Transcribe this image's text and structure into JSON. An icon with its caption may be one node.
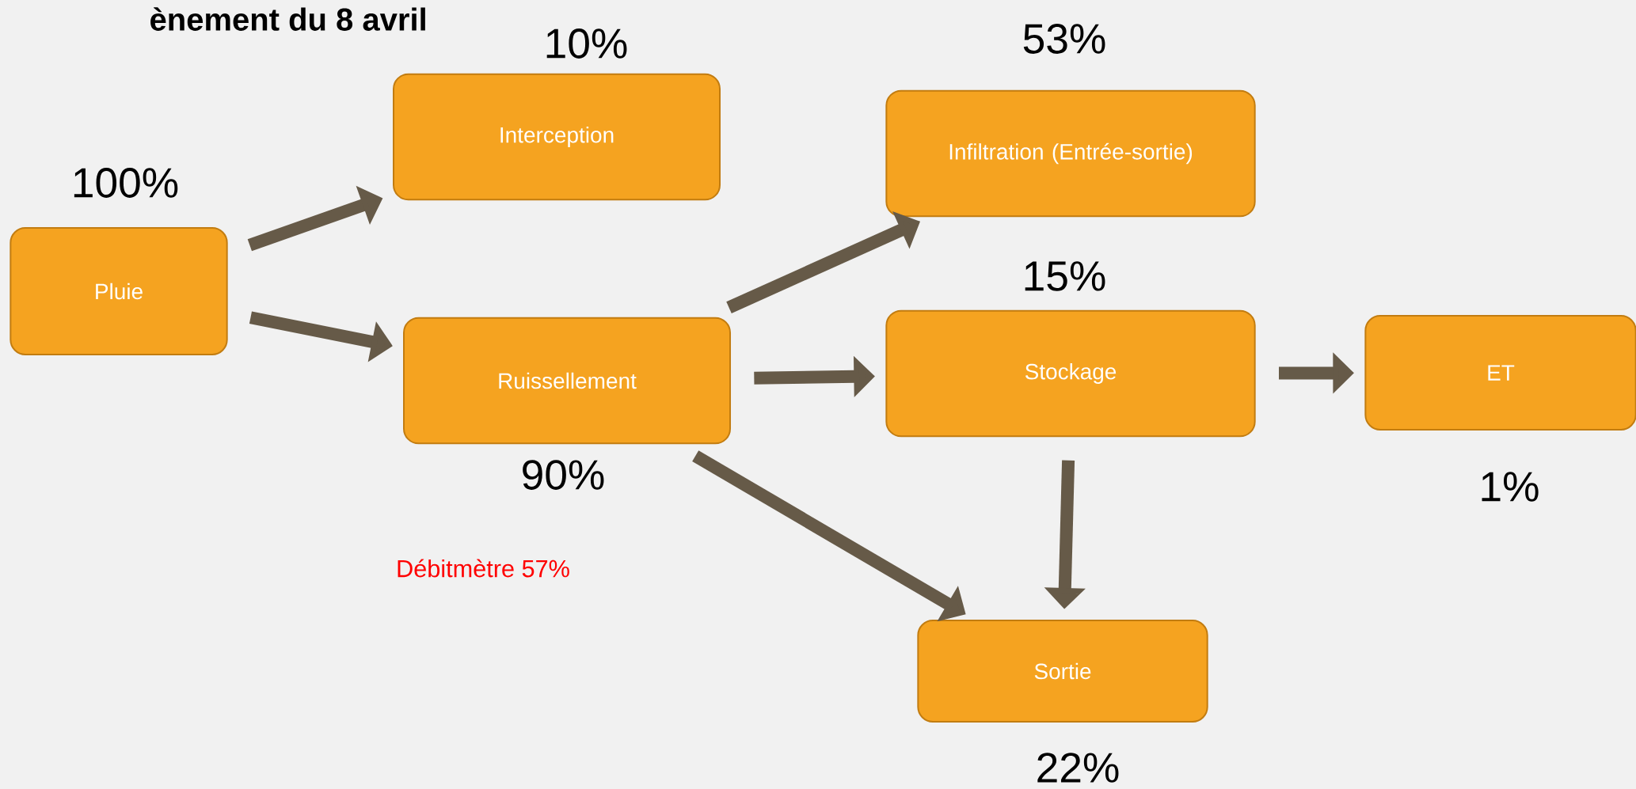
{
  "diagram": {
    "title": "ènement du 8 avril",
    "nodes": [
      {
        "text": [
          "Pluie"
        ],
        "beside": [
          "100%"
        ]
      },
      {
        "text": [
          "Interception"
        ],
        "beside": [
          "10%"
        ]
      },
      {
        "text": [
          "Infiltration (Entrée-sortie)"
        ],
        "beside": [
          "53%"
        ]
      },
      {
        "text": [
          "Ruissellement"
        ],
        "beside": [
          "90%"
        ]
      },
      {
        "text": [
          "Stockage"
        ],
        "beside": [
          "15%"
        ]
      },
      {
        "text": [
          "ET"
        ],
        "beside": [
          "1%"
        ]
      },
      {
        "text": [
          "Sortie"
        ],
        "beside": [
          "22%"
        ]
      }
    ],
    "edges": [
      {
        "from": 0,
        "to": 1,
        "arrow": "to"
      },
      {
        "from": 0,
        "to": 3,
        "arrow": "to"
      },
      {
        "from": 3,
        "to": 2,
        "arrow": "to"
      },
      {
        "from": 3,
        "to": 4,
        "arrow": "to"
      },
      {
        "from": 4,
        "to": 5,
        "arrow": "to"
      },
      {
        "from": 3,
        "to": 6,
        "arrow": "to"
      },
      {
        "from": 4,
        "to": 6,
        "arrow": "to"
      }
    ],
    "labels": [
      "Débitmètre 57%"
    ]
  }
}
